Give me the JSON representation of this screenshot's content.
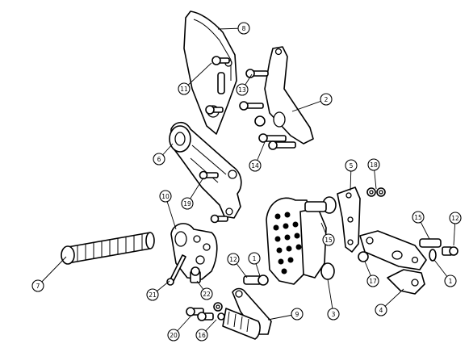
{
  "callouts": [
    {
      "id": "8",
      "label": "8"
    },
    {
      "id": "11",
      "label": "11"
    },
    {
      "id": "13",
      "label": "13"
    },
    {
      "id": "2",
      "label": "2"
    },
    {
      "id": "6",
      "label": "6"
    },
    {
      "id": "14",
      "label": "14"
    },
    {
      "id": "10",
      "label": "10"
    },
    {
      "id": "19",
      "label": "19"
    },
    {
      "id": "5",
      "label": "5"
    },
    {
      "id": "18",
      "label": "18"
    },
    {
      "id": "15a",
      "label": "15"
    },
    {
      "id": "12a",
      "label": "12"
    },
    {
      "id": "15b",
      "label": "15"
    },
    {
      "id": "7",
      "label": "7"
    },
    {
      "id": "12b",
      "label": "12"
    },
    {
      "id": "1a",
      "label": "1"
    },
    {
      "id": "17",
      "label": "17"
    },
    {
      "id": "1b",
      "label": "1"
    },
    {
      "id": "21",
      "label": "21"
    },
    {
      "id": "22",
      "label": "22"
    },
    {
      "id": "3",
      "label": "3"
    },
    {
      "id": "4",
      "label": "4"
    },
    {
      "id": "9",
      "label": "9"
    },
    {
      "id": "20",
      "label": "20"
    },
    {
      "id": "16",
      "label": "16"
    }
  ]
}
